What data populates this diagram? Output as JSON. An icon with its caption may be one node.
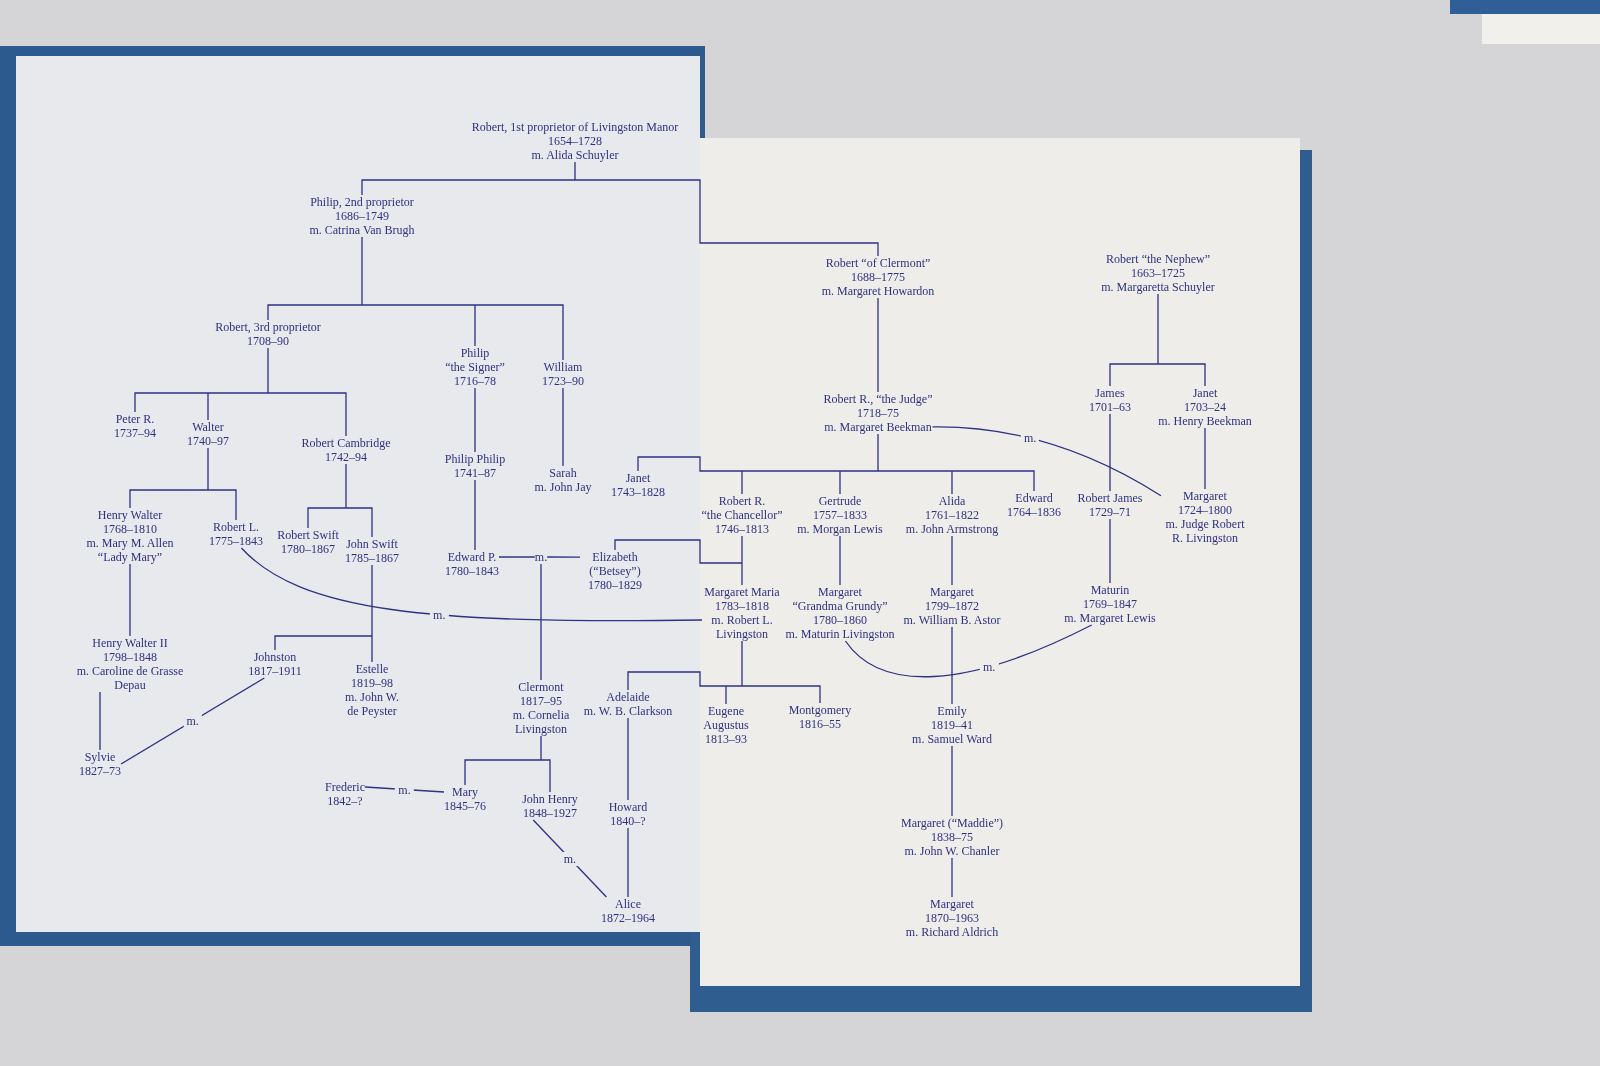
{
  "diagram": {
    "nodes": [
      {
        "text": [
          "Robert, 1st proprietor of Livingston Manor",
          "1654–1728",
          "m. Alida Schuyler"
        ]
      },
      {
        "text": [
          "Philip, 2nd proprietor",
          "1686–1749",
          "m. Catrina Van Brugh"
        ]
      },
      {
        "text": [
          "Robert “of Clermont”",
          "1688–1775",
          "m. Margaret Howardon"
        ]
      },
      {
        "text": [
          "Robert “the Nephew”",
          "1663–1725",
          "m. Margaretta Schuyler"
        ]
      },
      {
        "text": [
          "Robert, 3rd proprietor",
          "1708–90"
        ]
      },
      {
        "text": [
          "Philip",
          "“the Signer”",
          "1716–78"
        ]
      },
      {
        "text": [
          "William",
          "1723–90"
        ]
      },
      {
        "text": [
          "James",
          "1701–63"
        ]
      },
      {
        "text": [
          "Janet",
          "1703–24",
          "m. Henry Beekman"
        ]
      },
      {
        "text": [
          "Robert R., “the Judge”",
          "1718–75",
          "m. Margaret Beekman"
        ]
      },
      {
        "text": [
          "Peter R.",
          "1737–94"
        ]
      },
      {
        "text": [
          "Walter",
          "1740–97"
        ]
      },
      {
        "text": [
          "Robert Cambridge",
          "1742–94"
        ]
      },
      {
        "text": [
          "Philip Philip",
          "1741–87"
        ]
      },
      {
        "text": [
          "Sarah",
          "m. John Jay"
        ]
      },
      {
        "text": [
          "Janet",
          "1743–1828"
        ]
      },
      {
        "text": [
          "Robert R.",
          "“the Chancellor”",
          "1746–1813"
        ]
      },
      {
        "text": [
          "Gertrude",
          "1757–1833",
          "m. Morgan Lewis"
        ]
      },
      {
        "text": [
          "Alida",
          "1761–1822",
          "m. John Armstrong"
        ]
      },
      {
        "text": [
          "Edward",
          "1764–1836"
        ]
      },
      {
        "text": [
          "Robert James",
          "1729–71"
        ]
      },
      {
        "text": [
          "Margaret",
          "1724–1800",
          "m. Judge Robert R. Livingston"
        ]
      },
      {
        "text": [
          "Henry Walter",
          "1768–1810",
          "m. Mary M. Allen “Lady Mary”"
        ]
      },
      {
        "text": [
          "Robert L.",
          "1775–1843"
        ]
      },
      {
        "text": [
          "Robert Swift",
          "1780–1867"
        ]
      },
      {
        "text": [
          "John Swift",
          "1785–1867"
        ]
      },
      {
        "text": [
          "Edward P.",
          "1780–1843"
        ]
      },
      {
        "text": [
          "m."
        ]
      },
      {
        "text": [
          "Elizabeth (“Betsey”)",
          "1780–1829"
        ]
      },
      {
        "text": [
          "Margaret Maria",
          "1783–1818",
          "m. Robert L. Livingston"
        ]
      },
      {
        "text": [
          "Margaret",
          "“Grandma Grundy”",
          "1780–1860",
          "m. Maturin Livingston"
        ]
      },
      {
        "text": [
          "Margaret",
          "1799–1872",
          "m. William B. Astor"
        ]
      },
      {
        "text": [
          "Maturin",
          "1769–1847",
          "m. Margaret Lewis"
        ]
      },
      {
        "text": [
          "Henry Walter II",
          "1798–1848",
          "m. Caroline de Grasse Depau"
        ]
      },
      {
        "text": [
          "Johnston",
          "1817–1911"
        ]
      },
      {
        "text": [
          "Estelle",
          "1819–98",
          "m. John W. de Peyster"
        ]
      },
      {
        "text": [
          "Clermont",
          "1817–95",
          "m. Cornelia Livingston"
        ]
      },
      {
        "text": [
          "Adelaide",
          "m. W. B. Clarkson"
        ]
      },
      {
        "text": [
          "Eugene Augustus",
          "1813–93"
        ]
      },
      {
        "text": [
          "Montgomery",
          "1816–55"
        ]
      },
      {
        "text": [
          "Emily",
          "1819–41",
          "m. Samuel Ward"
        ]
      },
      {
        "text": [
          "Sylvie",
          "1827–73"
        ]
      },
      {
        "text": [
          "Frederic",
          "1842–?"
        ]
      },
      {
        "text": [
          "Mary",
          "1845–76"
        ]
      },
      {
        "text": [
          "John Henry",
          "1848–1927"
        ]
      },
      {
        "text": [
          "Howard",
          "1840–?"
        ]
      },
      {
        "text": [
          "Alice",
          "1872–1964"
        ]
      },
      {
        "text": [
          "Margaret (“Maddie”)",
          "1838–75",
          "m. John W. Chanler"
        ]
      },
      {
        "text": [
          "Margaret",
          "1870–1963",
          "m. Richard Aldrich"
        ]
      }
    ],
    "edges": [
      {
        "from": 0,
        "to": 1,
        "arrow": "none"
      },
      {
        "from": 0,
        "to": 2,
        "arrow": "none"
      },
      {
        "from": 1,
        "to": 4,
        "arrow": "none"
      },
      {
        "from": 1,
        "to": 5,
        "arrow": "none"
      },
      {
        "from": 1,
        "to": 6,
        "arrow": "none"
      },
      {
        "from": 2,
        "to": 9,
        "arrow": "none"
      },
      {
        "from": 3,
        "to": 7,
        "arrow": "none"
      },
      {
        "from": 3,
        "to": 8,
        "arrow": "none"
      },
      {
        "from": 4,
        "to": 10,
        "arrow": "none"
      },
      {
        "from": 4,
        "to": 11,
        "arrow": "none"
      },
      {
        "from": 4,
        "to": 12,
        "arrow": "none"
      },
      {
        "from": 5,
        "to": 13,
        "arrow": "none"
      },
      {
        "from": 6,
        "to": 14,
        "arrow": "none"
      },
      {
        "from": 9,
        "to": 15,
        "arrow": "none"
      },
      {
        "from": 9,
        "to": 16,
        "arrow": "none"
      },
      {
        "from": 9,
        "to": 17,
        "arrow": "none"
      },
      {
        "from": 9,
        "to": 18,
        "arrow": "none"
      },
      {
        "from": 9,
        "to": 19,
        "arrow": "none"
      },
      {
        "from": 7,
        "to": 20,
        "arrow": "none"
      },
      {
        "from": 8,
        "to": 21,
        "arrow": "none"
      },
      {
        "from": 9,
        "to": 21,
        "arrow": "none",
        "label": "m."
      },
      {
        "from": 11,
        "to": 22,
        "arrow": "none"
      },
      {
        "from": 11,
        "to": 23,
        "arrow": "none"
      },
      {
        "from": 12,
        "to": 24,
        "arrow": "none"
      },
      {
        "from": 12,
        "to": 25,
        "arrow": "none"
      },
      {
        "from": 13,
        "to": 26,
        "arrow": "none"
      },
      {
        "from": 26,
        "to": 27,
        "arrow": "none"
      },
      {
        "from": 27,
        "to": 28,
        "arrow": "none"
      },
      {
        "from": 16,
        "to": 28,
        "arrow": "none"
      },
      {
        "from": 16,
        "to": 29,
        "arrow": "none"
      },
      {
        "from": 17,
        "to": 30,
        "arrow": "none"
      },
      {
        "from": 18,
        "to": 31,
        "arrow": "none"
      },
      {
        "from": 20,
        "to": 32,
        "arrow": "none"
      },
      {
        "from": 23,
        "to": 29,
        "arrow": "none",
        "label": "m."
      },
      {
        "from": 22,
        "to": 33,
        "arrow": "none"
      },
      {
        "from": 25,
        "to": 34,
        "arrow": "none"
      },
      {
        "from": 25,
        "to": 35,
        "arrow": "none"
      },
      {
        "from": 27,
        "to": 36,
        "arrow": "none"
      },
      {
        "from": 29,
        "to": 37,
        "arrow": "none"
      },
      {
        "from": 29,
        "to": 38,
        "arrow": "none"
      },
      {
        "from": 29,
        "to": 39,
        "arrow": "none"
      },
      {
        "from": 30,
        "to": 32,
        "arrow": "none",
        "label": "m."
      },
      {
        "from": 31,
        "to": 40,
        "arrow": "none"
      },
      {
        "from": 33,
        "to": 41,
        "arrow": "none"
      },
      {
        "from": 34,
        "to": 41,
        "arrow": "none",
        "label": "m."
      },
      {
        "from": 36,
        "to": 43,
        "arrow": "none"
      },
      {
        "from": 36,
        "to": 44,
        "arrow": "none"
      },
      {
        "from": 42,
        "to": 43,
        "arrow": "none",
        "label": "m."
      },
      {
        "from": 44,
        "to": 46,
        "arrow": "none",
        "label": "m."
      },
      {
        "from": 37,
        "to": 45,
        "arrow": "none"
      },
      {
        "from": 45,
        "to": 46,
        "arrow": "none"
      },
      {
        "from": 40,
        "to": 47,
        "arrow": "none"
      },
      {
        "from": 47,
        "to": 48,
        "arrow": "none"
      }
    ]
  }
}
